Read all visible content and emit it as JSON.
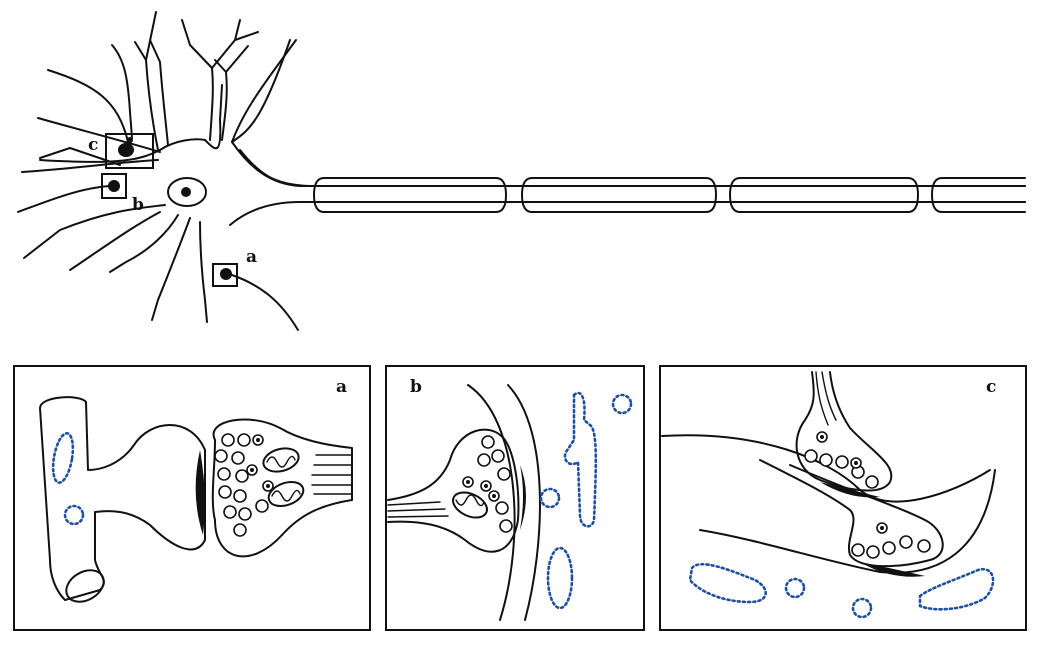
{
  "labels": {
    "box_a": "a",
    "box_b": "b",
    "box_c": "c",
    "panel_a": "a",
    "panel_b": "b",
    "panel_c": "c"
  }
}
